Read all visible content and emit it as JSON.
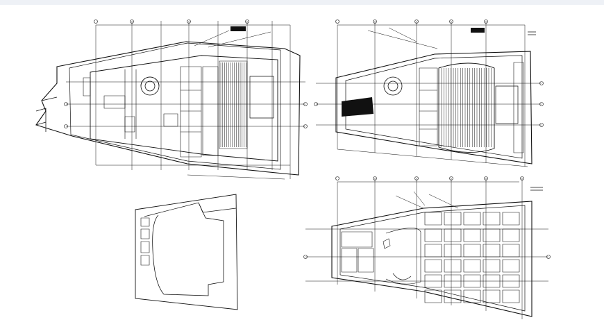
{
  "drawing": {
    "ink_color": "#111111",
    "paper_color": "#ffffff",
    "strip_color": "#eef1f6"
  },
  "panels": [
    {
      "id": "plan-top-left",
      "kind": "floor-plan",
      "has_title_block": true
    },
    {
      "id": "plan-top-right",
      "kind": "floor-plan",
      "has_title_block": true
    },
    {
      "id": "outline-bottom-left",
      "kind": "outline-plan",
      "has_title_block": false
    },
    {
      "id": "plan-bottom-right",
      "kind": "floor-plan",
      "has_title_block": false
    }
  ]
}
